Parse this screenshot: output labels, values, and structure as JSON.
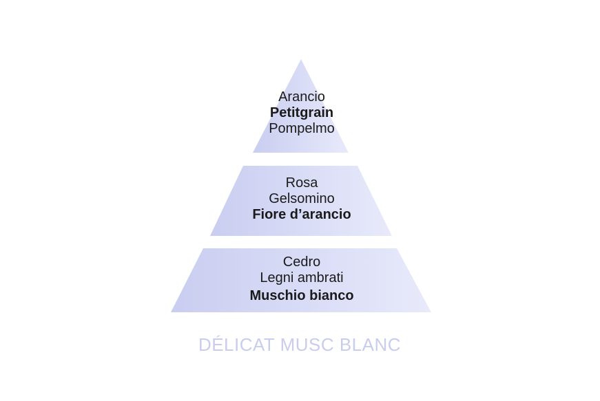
{
  "pyramid": {
    "fill_color": "#c9cdf0",
    "fill_color_light": "#e8eafb",
    "top": {
      "notes": [
        "Arancio",
        "Petitgrain",
        "Pompelmo"
      ],
      "bold_index": 1
    },
    "middle": {
      "notes": [
        "Rosa",
        "Gelsomino",
        "Fiore d’arancio"
      ],
      "bold_index": 2
    },
    "bottom": {
      "notes": [
        "Cedro",
        "Legni ambrati",
        "Muschio bianco"
      ],
      "bold_index": 2
    }
  },
  "fragrance_name": "DÉLICAT MUSC BLANC",
  "name_color": "#c8cdee"
}
